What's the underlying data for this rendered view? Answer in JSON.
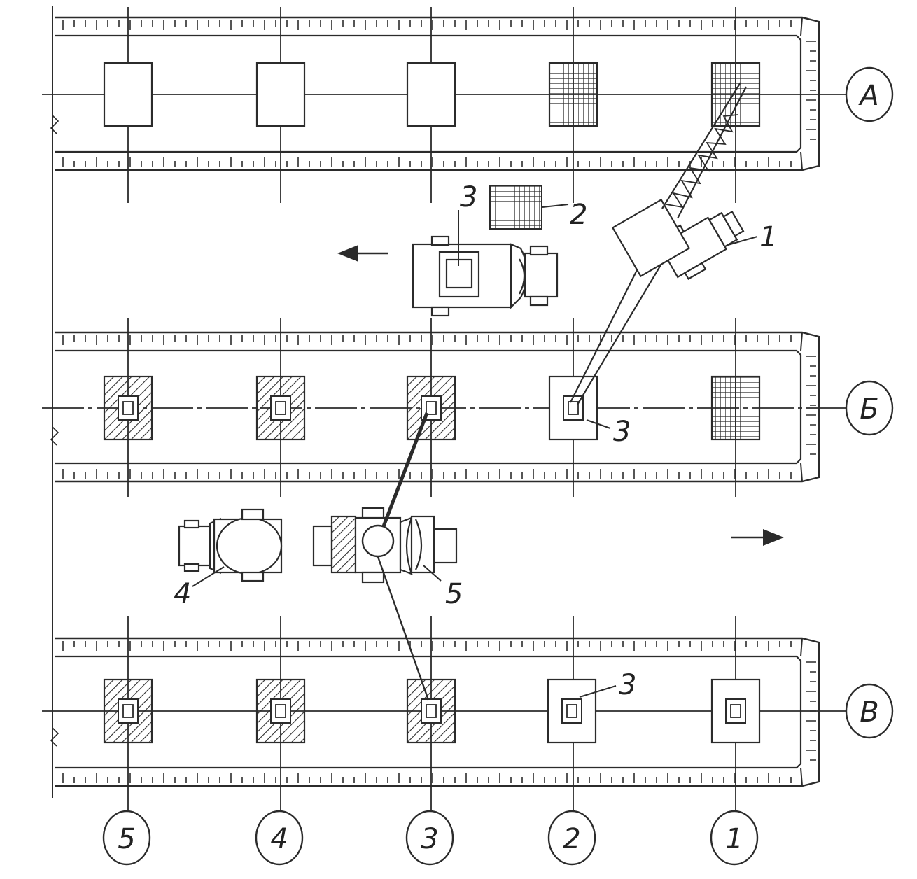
{
  "axes": {
    "rows": [
      "А",
      "Б",
      "В"
    ],
    "columns": [
      "5",
      "4",
      "3",
      "2",
      "1"
    ]
  },
  "callouts": [
    {
      "id": "crane",
      "text": "1"
    },
    {
      "id": "mesh",
      "text": "2"
    },
    {
      "id": "truck-cargo",
      "text": "3"
    },
    {
      "id": "found-b2",
      "text": "3"
    },
    {
      "id": "found-v2",
      "text": "3"
    },
    {
      "id": "mixer",
      "text": "4"
    },
    {
      "id": "pump",
      "text": "5"
    }
  ],
  "colors": {
    "ink": "#2b2b2b",
    "paper": "#ffffff"
  }
}
